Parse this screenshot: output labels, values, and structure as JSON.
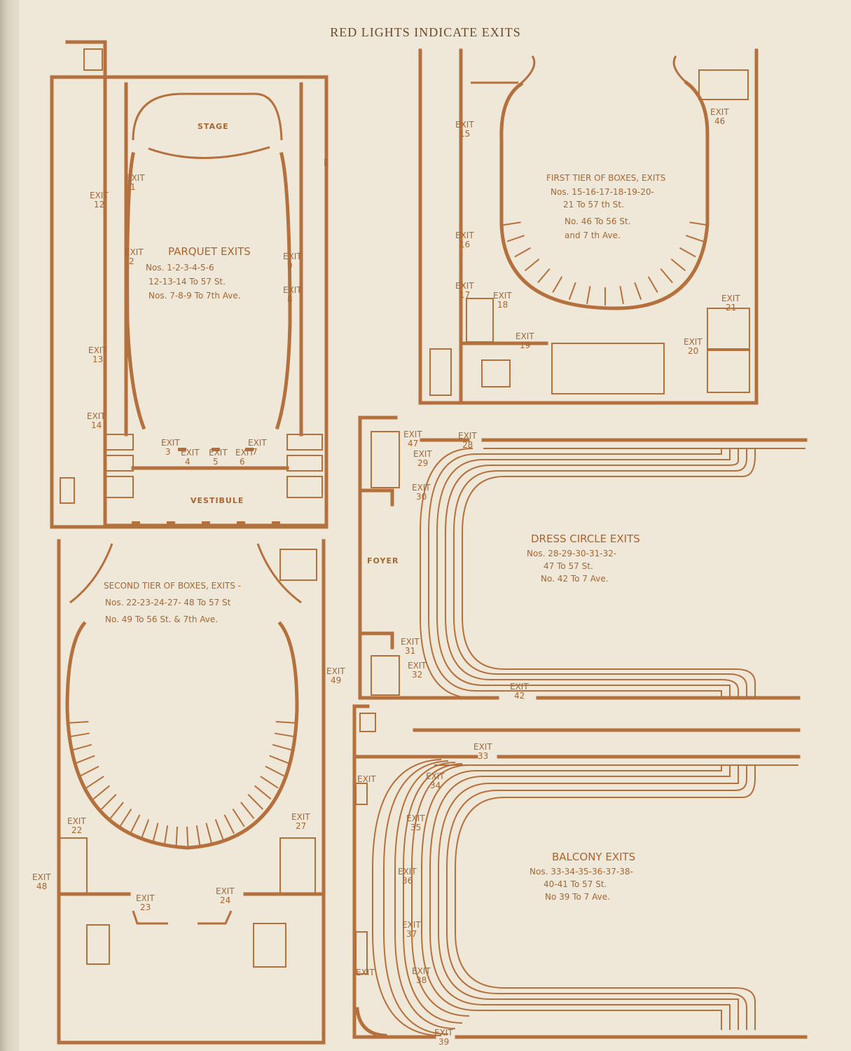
{
  "heading": "RED LIGHTS INDICATE EXITS",
  "colors": {
    "ink": "#b5713d",
    "paper": "#efe8d8"
  },
  "plans": {
    "parquet": {
      "stage": "STAGE",
      "vestibule": "VESTIBULE",
      "title": "PARQUET EXITS",
      "lines": [
        "Nos. 1-2-3-4-5-6",
        "12-13-14 To 57 St.",
        "Nos. 7-8-9 To 7th Ave."
      ]
    },
    "first_tier": {
      "title": "FIRST TIER OF BOXES, EXITS",
      "lines": [
        "Nos. 15-16-17-18-19-20-",
        "21 To 57 th St.",
        "No. 46 To 56 St.",
        "and 7 th Ave."
      ]
    },
    "dress_circle": {
      "foyer": "FOYER",
      "title": "DRESS CIRCLE EXITS",
      "lines": [
        "Nos. 28-29-30-31-32-",
        "47 To 57 St.",
        "No. 42 To 7 Ave."
      ]
    },
    "second_tier": {
      "title": "SECOND TIER OF BOXES, EXITS -",
      "lines": [
        "Nos. 22-23-24-27- 48 To 57 St",
        "No. 49 To 56 St. & 7th Ave."
      ]
    },
    "balcony": {
      "title": "BALCONY EXITS",
      "lines": [
        "Nos. 33-34-35-36-37-38-",
        "40-41 To 57 St.",
        "No 39 To 7 Ave."
      ]
    }
  },
  "exit_word": "EXIT",
  "exit_labels": [
    {
      "id": "e1",
      "num": "1"
    },
    {
      "id": "e2",
      "num": "2"
    },
    {
      "id": "e3",
      "num": "3"
    },
    {
      "id": "e4",
      "num": "4"
    },
    {
      "id": "e5",
      "num": "5"
    },
    {
      "id": "e6",
      "num": "6"
    },
    {
      "id": "e7",
      "num": "7"
    },
    {
      "id": "e8",
      "num": "8"
    },
    {
      "id": "e9",
      "num": "9"
    },
    {
      "id": "e12",
      "num": "12"
    },
    {
      "id": "e13",
      "num": "13"
    },
    {
      "id": "e14",
      "num": "14"
    },
    {
      "id": "e15",
      "num": "15"
    },
    {
      "id": "e16",
      "num": "16"
    },
    {
      "id": "e17",
      "num": "17"
    },
    {
      "id": "e18",
      "num": "18"
    },
    {
      "id": "e19",
      "num": "19"
    },
    {
      "id": "e20",
      "num": "20"
    },
    {
      "id": "e21",
      "num": "21"
    },
    {
      "id": "e22",
      "num": "22"
    },
    {
      "id": "e23",
      "num": "23"
    },
    {
      "id": "e24",
      "num": "24"
    },
    {
      "id": "e27",
      "num": "27"
    },
    {
      "id": "e28",
      "num": "28"
    },
    {
      "id": "e29",
      "num": "29"
    },
    {
      "id": "e30",
      "num": "30"
    },
    {
      "id": "e31",
      "num": "31"
    },
    {
      "id": "e32",
      "num": "32"
    },
    {
      "id": "e33",
      "num": "33"
    },
    {
      "id": "e34",
      "num": "34"
    },
    {
      "id": "e35",
      "num": "35"
    },
    {
      "id": "e36",
      "num": "36"
    },
    {
      "id": "e37",
      "num": "37"
    },
    {
      "id": "e38",
      "num": "38"
    },
    {
      "id": "e39",
      "num": "39"
    },
    {
      "id": "e42",
      "num": "42"
    },
    {
      "id": "e46",
      "num": "46"
    },
    {
      "id": "e47",
      "num": "47"
    },
    {
      "id": "e48",
      "num": "48"
    },
    {
      "id": "e49",
      "num": "49"
    },
    {
      "id": "eb1",
      "num": ""
    },
    {
      "id": "eb2",
      "num": ""
    }
  ],
  "extra_marks": {
    "parquet_e": "E"
  }
}
